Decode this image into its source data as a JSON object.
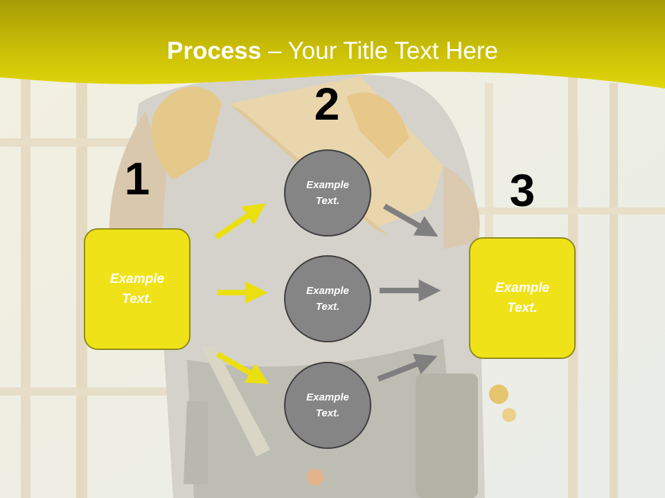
{
  "title": {
    "bold": "Process",
    "rest": " – Your Title Text Here"
  },
  "steps": [
    {
      "number": "1",
      "text": "Example Text."
    },
    {
      "number": "2",
      "circles": [
        "Example Text.",
        "Example Text.",
        "Example Text."
      ]
    },
    {
      "number": "3",
      "text": "Example Text."
    }
  ],
  "colors": {
    "header_yellow": "#d9cf07",
    "box_yellow": "#f0e218",
    "circle_gray": "#858585",
    "arrow_yellow": "#ecdf10",
    "arrow_gray": "#7f7f7f"
  },
  "icons": {
    "arrow_in": "right-arrow-yellow",
    "arrow_out": "right-arrow-gray"
  }
}
